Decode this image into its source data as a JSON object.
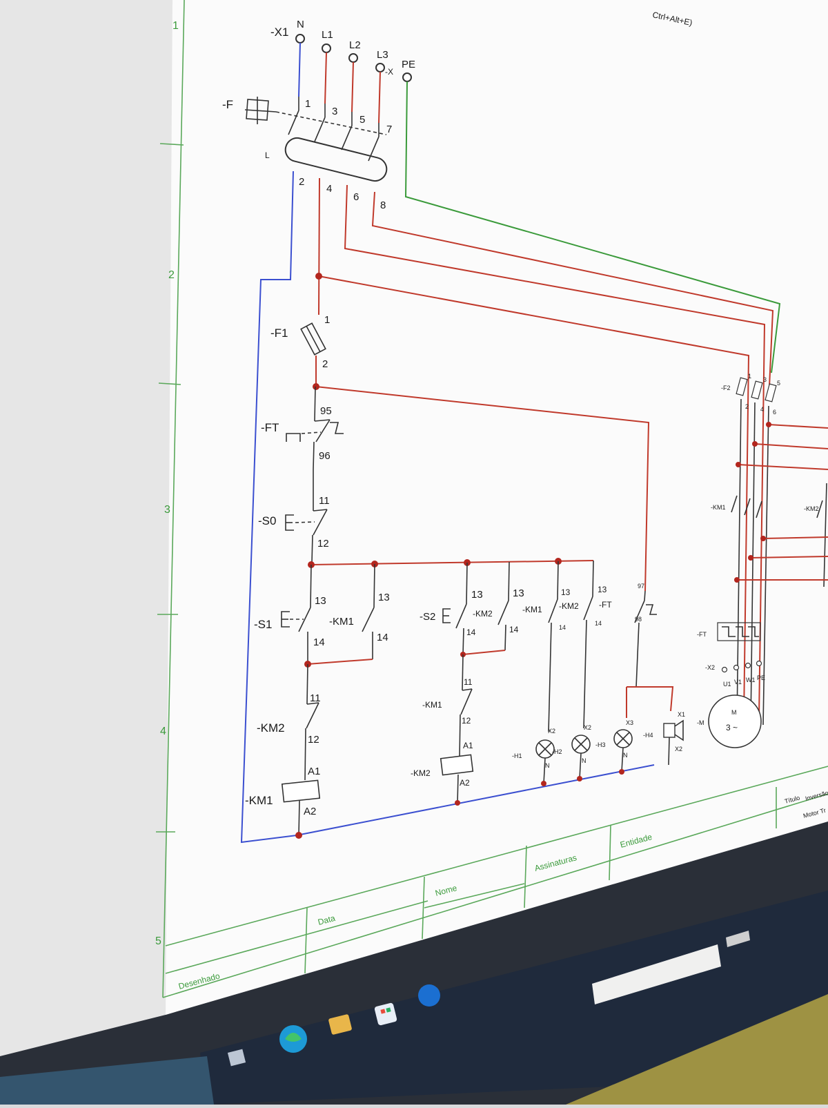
{
  "window": {
    "shortcut_hint": "Ctrl+Alt+E)"
  },
  "supply": {
    "terminal": "-X1",
    "terminal_pe": "-X",
    "lines": [
      "N",
      "L1",
      "L2",
      "L3",
      "PE"
    ]
  },
  "breaker": {
    "tag": "-F",
    "terminals_top": [
      "1",
      "3",
      "5",
      "7"
    ],
    "terminals_bottom": [
      "2",
      "4",
      "6",
      "8"
    ]
  },
  "fuse_f1": {
    "tag": "-F1",
    "top": "1",
    "bottom": "2"
  },
  "overload_ft": {
    "tag": "-FT",
    "nc_top": "95",
    "nc_bottom": "96",
    "no_top": "97",
    "no_bottom": "98"
  },
  "s0": {
    "tag": "-S0",
    "top": "11",
    "bottom": "12"
  },
  "s1": {
    "tag": "-S1",
    "top": "13",
    "bottom": "14"
  },
  "s2": {
    "tag": "-S2",
    "top": "13",
    "bottom": "14"
  },
  "km1_aux": {
    "tag": "-KM1",
    "top": "13",
    "bottom": "14",
    "nc_top": "11",
    "nc_bottom": "12"
  },
  "km2_aux": {
    "tag": "-KM2",
    "top": "13",
    "bottom": "14",
    "nc_top": "11",
    "nc_bottom": "12"
  },
  "coils": [
    {
      "tag": "-KM1",
      "a1": "A1",
      "a2": "A2"
    },
    {
      "tag": "-KM2",
      "a1": "A1",
      "a2": "A2"
    }
  ],
  "lamps": [
    {
      "tag": "-H1",
      "x": "X2",
      "n": "N"
    },
    {
      "tag": "-H2",
      "x": "X2",
      "n": "N"
    },
    {
      "tag": "-H3",
      "x": "X3",
      "n": "N"
    }
  ],
  "buzzer": {
    "tag": "-H4",
    "x1": "X1",
    "x2": "X2"
  },
  "power": {
    "fuse_f2": "-F2",
    "contactor_km1": "-KM1",
    "contactor_km2": "-KM2",
    "overload": "-FT",
    "terminal_x2": "-X2",
    "motor_tag": "-M",
    "motor_label": "M",
    "motor_sub": "3 ~",
    "terminals": [
      "U1",
      "V1",
      "W1",
      "PE"
    ],
    "pins_top": [
      "1",
      "3",
      "5"
    ],
    "pins_bottom": [
      "2",
      "4",
      "6"
    ]
  },
  "frame": {
    "rows": [
      "1",
      "2",
      "3",
      "4",
      "5"
    ]
  },
  "title_block": {
    "drawn": "Desenhado",
    "date": "Data",
    "name": "Nome",
    "signatures": "Assinaturas",
    "entity": "Entidade",
    "title_label": "Título",
    "title_value_1": "Inversão",
    "title_value_2": "Motor Tr"
  },
  "colors": {
    "phase": "#c0392b",
    "neutral": "#3b4fd0",
    "earth": "#3a9a3a",
    "frame": "#5aa85a",
    "taskbar": "#1f2a3c",
    "accent": "#2aa7d9"
  }
}
